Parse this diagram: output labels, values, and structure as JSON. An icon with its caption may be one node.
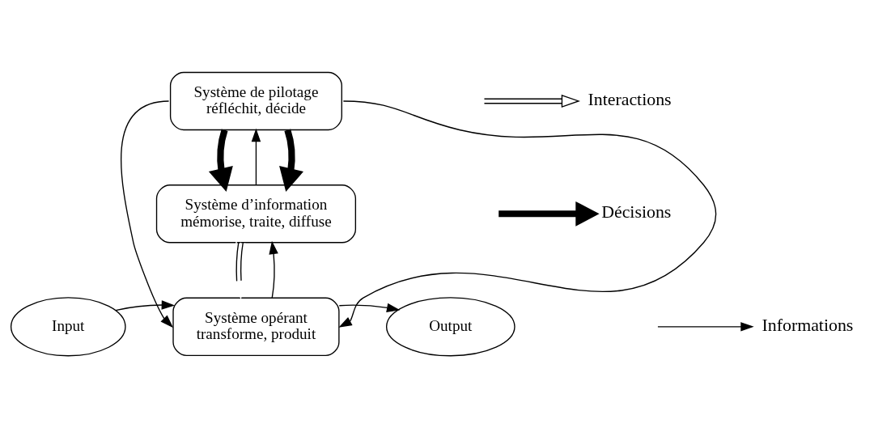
{
  "diagram": {
    "nodes": [
      {
        "text": [
          "Système de pilotage",
          "réfléchit, décide"
        ]
      },
      {
        "text": [
          "Système d’information",
          "mémorise, traite, diffuse"
        ]
      },
      {
        "text": [
          "Input"
        ]
      },
      {
        "text": [
          "Output"
        ]
      },
      {
        "text": [
          "Système opérant",
          "transforme, produit"
        ]
      }
    ],
    "edges": [
      {
        "from": 0,
        "to": 1,
        "arrow": "to",
        "style": "thick"
      },
      {
        "from": 1,
        "to": 0,
        "arrow": "to"
      },
      {
        "from": 0,
        "to": 1,
        "arrow": "to",
        "style": "thick"
      },
      {
        "from": 1,
        "to": 4,
        "arrow": "to",
        "color": "#ffffff"
      },
      {
        "from": 4,
        "to": 1,
        "arrow": "to"
      },
      {
        "from": 0,
        "to": 4,
        "arrow": "to"
      },
      {
        "from": 0,
        "to": 4,
        "arrow": "to"
      },
      {
        "from": 2,
        "to": 4,
        "arrow": "to"
      },
      {
        "from": 4,
        "to": 3,
        "arrow": "to"
      }
    ],
    "legend": [
      {
        "text": "Interactions"
      },
      {
        "text": "Décisions"
      },
      {
        "text": "Informations"
      }
    ]
  }
}
